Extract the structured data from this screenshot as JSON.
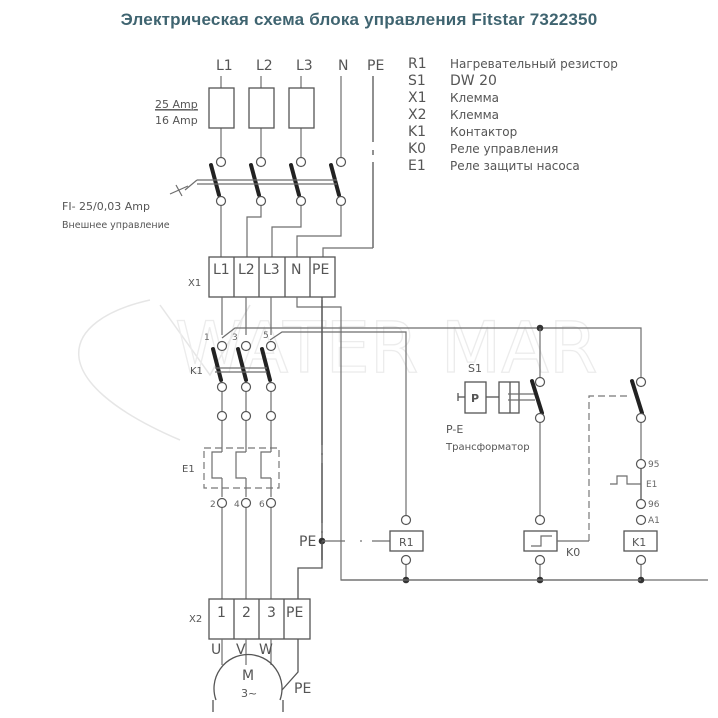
{
  "title": "Электрическая схема блока управления Fitstar 7322350",
  "supply_labels": [
    "L1",
    "L2",
    "L3",
    "N",
    "PE"
  ],
  "fuse_rating": {
    "top": "25 Amp",
    "bottom": "16 Amp"
  },
  "rcd": {
    "label": "FI- 25/0,03 Amp",
    "note": "Внешнее управление"
  },
  "legend": [
    {
      "code": "R1",
      "text": "Нагревательный резистор"
    },
    {
      "code": "S1",
      "text": "DW 20"
    },
    {
      "code": "X1",
      "text": "Клемма"
    },
    {
      "code": "X2",
      "text": "Клемма"
    },
    {
      "code": "K1",
      "text": "Контактор"
    },
    {
      "code": "K0",
      "text": "Реле управления"
    },
    {
      "code": "E1",
      "text": "Реле защиты насоса"
    }
  ],
  "x1": {
    "label": "X1",
    "cells": [
      "L1",
      "L2",
      "L3",
      "N",
      "PE"
    ]
  },
  "k1": {
    "label": "K1",
    "pins": [
      "1",
      "3",
      "5"
    ]
  },
  "e1": {
    "label": "E1",
    "pins": [
      "2",
      "4",
      "6"
    ]
  },
  "s1": {
    "label": "S1",
    "box": "P",
    "sub": "P-E",
    "note": "Трансформатор"
  },
  "r1": {
    "label": "R1"
  },
  "k0": {
    "label": "K0"
  },
  "k1_coil": {
    "label": "K1",
    "pins": [
      "95",
      "E1",
      "96",
      "A1"
    ]
  },
  "pe_mid": "PE",
  "x2": {
    "label": "X2",
    "cells": [
      "1",
      "2",
      "3",
      "PE"
    ],
    "phases": [
      "U",
      "V",
      "W"
    ]
  },
  "motor": {
    "label": "M",
    "sub": "3~",
    "pe": "PE"
  },
  "watermark": "WATER MAR"
}
